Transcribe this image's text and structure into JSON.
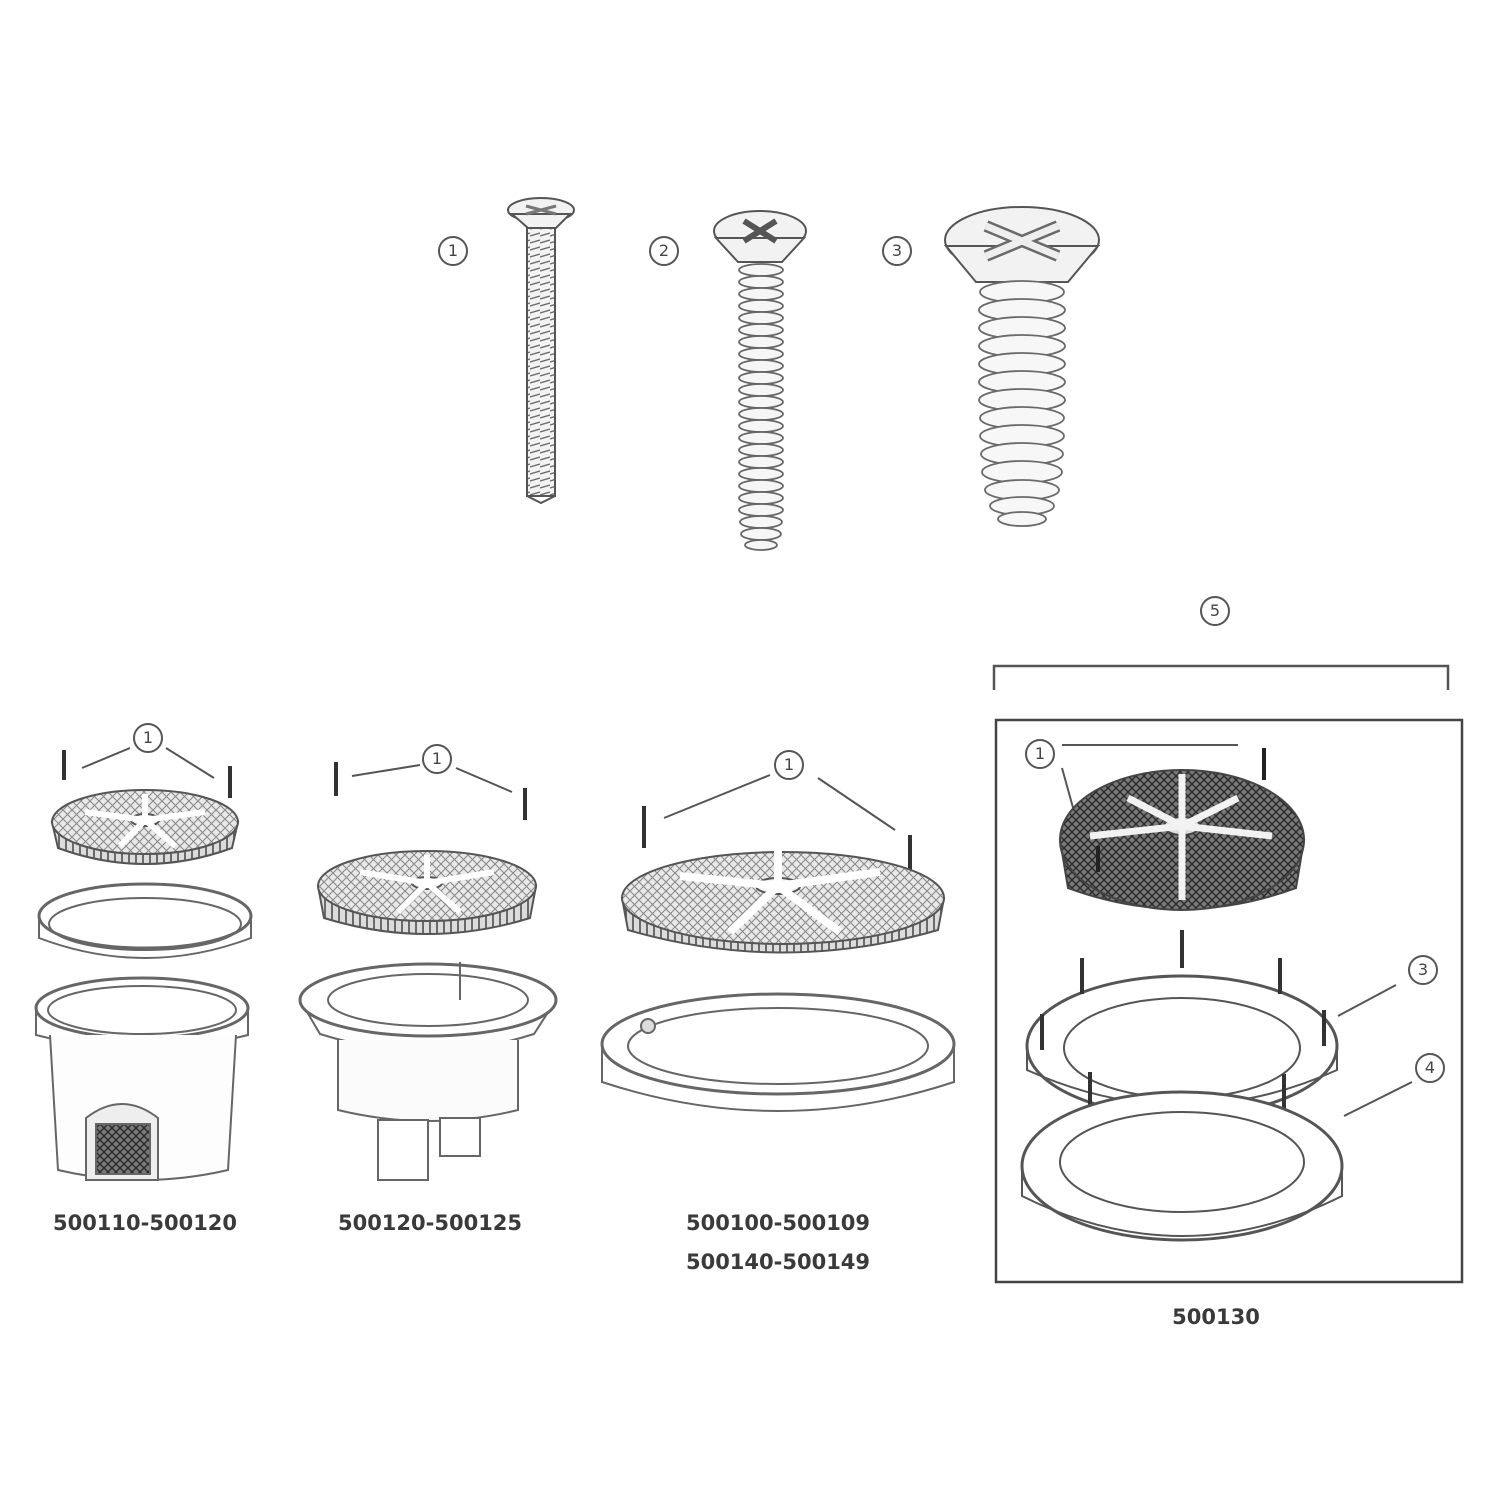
{
  "callouts": {
    "screw_1": "1",
    "screw_2": "2",
    "screw_3": "3",
    "kit_5": "5",
    "a1": "1",
    "b1": "1",
    "c1": "1",
    "d1": "1",
    "d3": "3",
    "d4": "4"
  },
  "part_numbers": {
    "group_a": "500110-500120",
    "group_b": "500120-500125",
    "group_c_line1": "500100-500109",
    "group_c_line2": "500140-500149",
    "group_d": "500130"
  }
}
